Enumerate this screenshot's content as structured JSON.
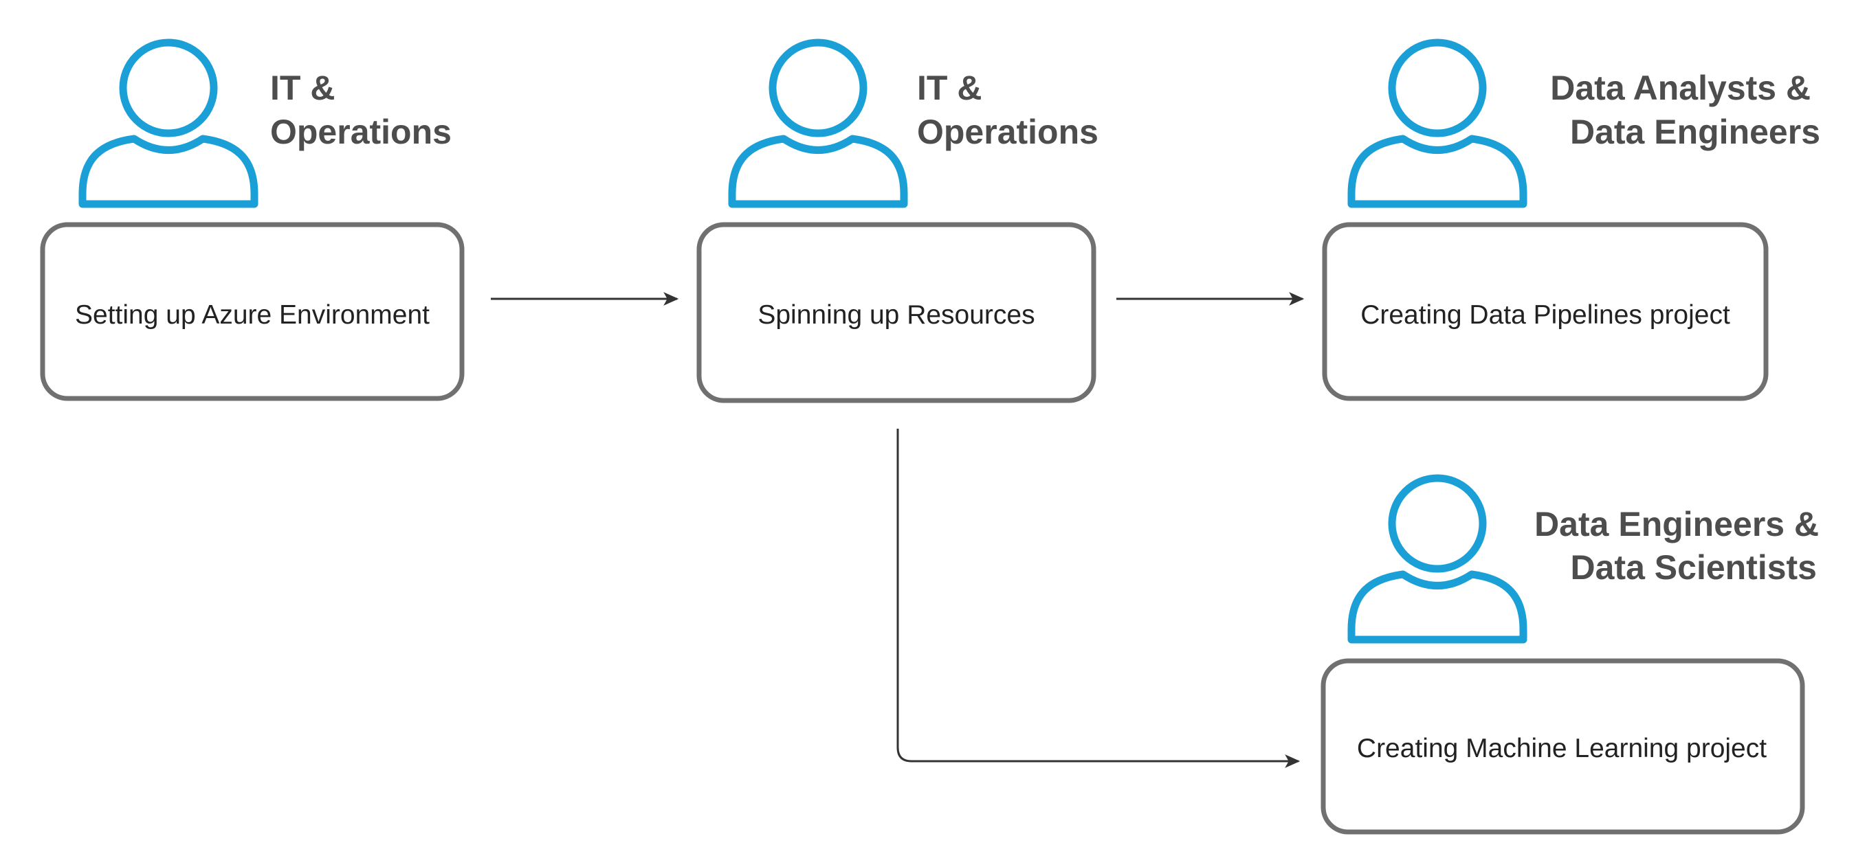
{
  "colors": {
    "person_icon": "#1aa0d6",
    "box_border": "#707070",
    "arrow": "#333333",
    "persona_text": "#4d4d4d",
    "step_text": "#222222",
    "background": "#ffffff"
  },
  "steps": {
    "setup": {
      "persona": [
        "IT &",
        "Operations"
      ],
      "label": "Setting up Azure Environment",
      "icon": "user-icon"
    },
    "resources": {
      "persona": [
        "IT &",
        "Operations"
      ],
      "label": "Spinning up Resources",
      "icon": "user-icon"
    },
    "pipelines": {
      "persona": [
        "Data Analysts &",
        "Data Engineers"
      ],
      "label": "Creating Data Pipelines project",
      "icon": "user-icon"
    },
    "ml": {
      "persona": [
        "Data Engineers &",
        "Data Scientists"
      ],
      "label": "Creating Machine Learning project",
      "icon": "user-icon"
    }
  },
  "flows": [
    {
      "from": "Setting up Azure Environment",
      "to": "Spinning up Resources"
    },
    {
      "from": "Spinning up Resources",
      "to": "Creating Data Pipelines project"
    },
    {
      "from": "Spinning up Resources",
      "to": "Creating Machine Learning project"
    }
  ]
}
